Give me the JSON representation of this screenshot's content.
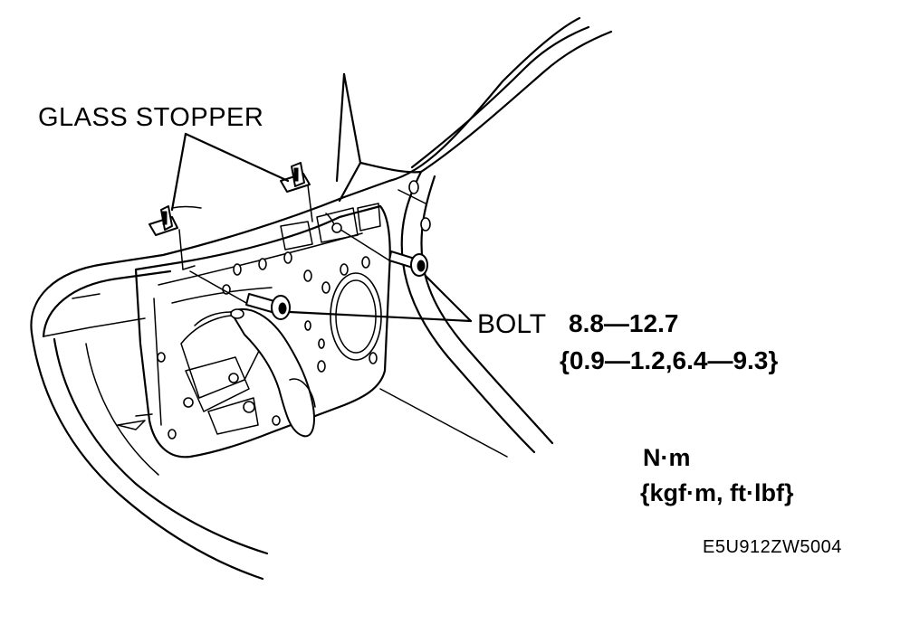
{
  "labels": {
    "glass_stopper": "GLASS STOPPER",
    "bolt": "BOLT",
    "torque_nm": "8.8—12.7",
    "torque_alt": "{0.9—1.2,6.4—9.3}",
    "unit_main": "N·m",
    "unit_alt": "{kgf·m, ft·lbf}",
    "figure_code": "E5U912ZW5004"
  },
  "colors": {
    "line": "#000000",
    "background": "#ffffff"
  }
}
